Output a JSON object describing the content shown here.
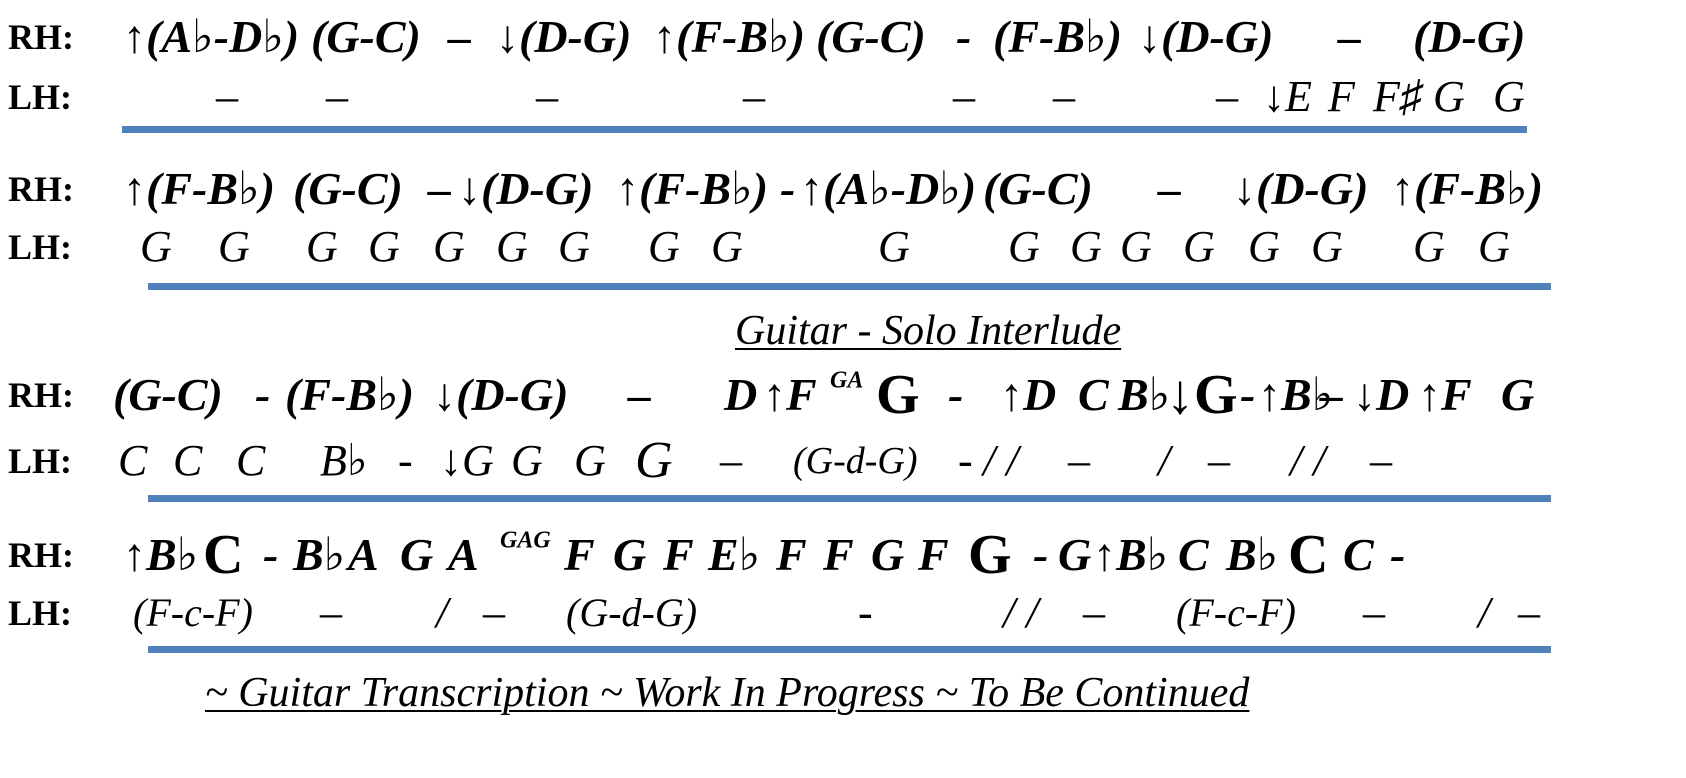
{
  "labels": {
    "rh": "RH:",
    "lh": "LH:"
  },
  "colors": {
    "divider": "#4f81bd",
    "text": "#000000"
  },
  "captions": {
    "interlude": "Guitar - Solo Interlude",
    "footer": "~ Guitar Transcription ~ Work In Progress ~ To Be Continued"
  },
  "systems": [
    {
      "rh": [
        "↑(A♭-D♭)",
        "(G-C)",
        "–",
        "↓(D-G)",
        "↑(F-B♭)",
        "(G-C)",
        "-",
        "(F-B♭)",
        "↓(D-G)",
        "–",
        "(D-G)"
      ],
      "lh": [
        "–",
        "–",
        "–",
        "–",
        "–",
        "–",
        "–",
        "↓E",
        "F",
        "F♯",
        "G",
        "G"
      ]
    },
    {
      "rh": [
        "↑(F-B♭)",
        "(G-C)",
        "–",
        "↓(D-G)",
        "↑(F-B♭)",
        "-",
        "↑(A♭-D♭)",
        "(G-C)",
        "–",
        "↓(D-G)",
        "↑(F-B♭)"
      ],
      "lh": [
        "G",
        "G",
        "G",
        "G",
        "G",
        "G",
        "G",
        "G",
        "G",
        "G",
        "G",
        "G",
        "G",
        "G",
        "G",
        "G",
        "G",
        "G"
      ]
    },
    {
      "rh": [
        "(G-C)",
        "-",
        "(F-B♭)",
        "↓(D-G)",
        "–",
        "D",
        "↑F",
        "GA",
        "G",
        "-",
        "↑D",
        "C",
        "B♭",
        "↓G",
        "-",
        "↑B♭",
        "–",
        "↓D",
        "↑F",
        "G"
      ],
      "lh": [
        "C",
        "C",
        "C",
        "B♭",
        "-",
        "↓G",
        "G",
        "G",
        "G",
        "–",
        "(G-d-G)",
        "-",
        "/ /",
        "–",
        "/",
        "–",
        "/ /",
        "–"
      ]
    },
    {
      "rh": [
        "↑B♭",
        "C",
        "-",
        "B♭",
        "A",
        "G",
        "A",
        "GAG",
        "F",
        "G",
        "F",
        "E♭",
        "F",
        "F",
        "G",
        "F",
        "G",
        "-",
        "G",
        "↑B♭",
        "C",
        "B♭",
        "C",
        "C",
        "-"
      ],
      "lh": [
        "(F-c-F)",
        "–",
        "/",
        "–",
        "(G-d-G)",
        "-",
        "/ /",
        "–",
        "(F-c-F)",
        "–",
        "/",
        "–"
      ]
    }
  ]
}
